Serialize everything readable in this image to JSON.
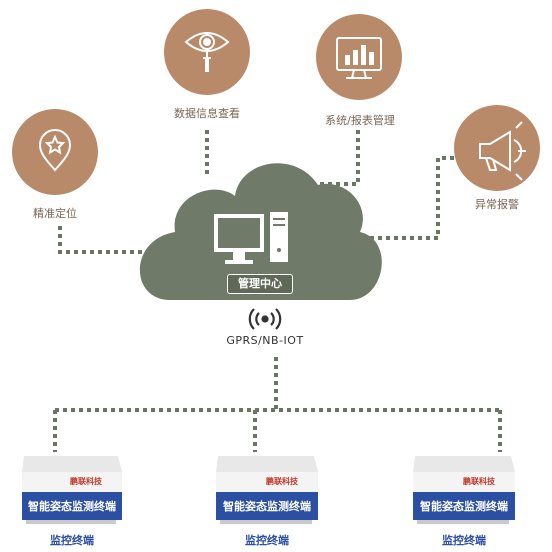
{
  "features": {
    "location": {
      "label": "精准定位",
      "icon": "star-pin-icon"
    },
    "data_view": {
      "label": "数据信息查看",
      "icon": "eye-magnifier-icon"
    },
    "system": {
      "label": "系统/报表管理",
      "icon": "monitor-chart-icon"
    },
    "alarm": {
      "label": "异常报警",
      "icon": "megaphone-icon"
    }
  },
  "hub": {
    "label": "管理中心"
  },
  "network": {
    "label": "GPRS/NB-IOT",
    "icon": "wireless-signal-icon"
  },
  "devices": [
    {
      "brand": "鹏联科技",
      "title": "智能姿态监测终端",
      "caption": "监控终端"
    },
    {
      "brand": "鹏联科技",
      "title": "智能姿态监测终端",
      "caption": "监控终端"
    },
    {
      "brand": "鹏联科技",
      "title": "智能姿态监测终端",
      "caption": "监控终端"
    }
  ],
  "colors": {
    "circle": "#b98a69",
    "cloud": "#6f7b68",
    "dots": "#6b7564",
    "label": "#7a6654",
    "device_blue": "#2b4fa3"
  }
}
